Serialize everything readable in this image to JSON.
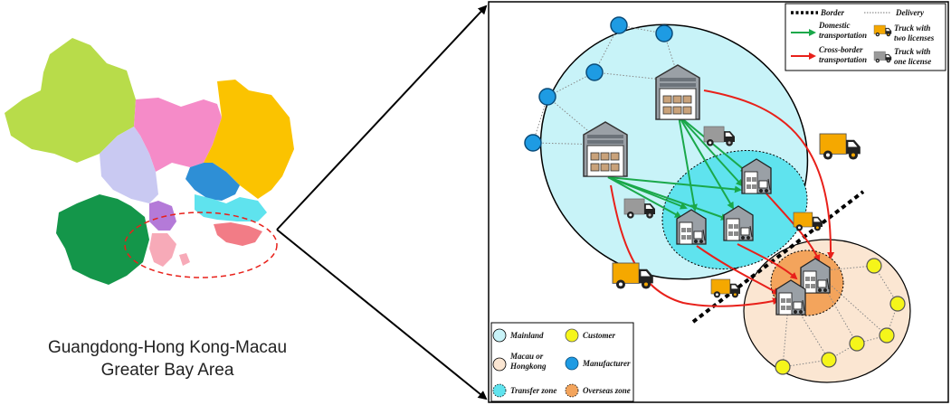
{
  "caption": {
    "line1": "Guangdong-Hong Kong-Macau",
    "line2": "Greater Bay Area"
  },
  "legend_top": {
    "border": "Border",
    "delivery": "Delivery",
    "domestic_1": "Domestic",
    "domestic_2": "transportation",
    "cross_1": "Cross-border",
    "cross_2": "transportation",
    "truck_two_1": "Truck with",
    "truck_two_2": "two licenses",
    "truck_one_1": "Truck with",
    "truck_one_2": "one license"
  },
  "legend_bottom": {
    "mainland": "Mainland",
    "customer": "Customer",
    "macau_1": "Macau or",
    "macau_2": "Hongkong",
    "manufacturer": "Manufacturer",
    "transfer": "Transfer zone",
    "overseas": "Overseas zone"
  },
  "colors": {
    "mainland": "#c8f3f8",
    "transfer": "#5fe3ee",
    "macau": "#fbe6d2",
    "overseas": "#f3a45c",
    "customer": "#f5f51a",
    "manufacturer": "#1e9be3",
    "domestic": "#1aa84a",
    "cross_border": "#e8201a",
    "truck_two": "#f5a800",
    "truck_one": "#9a9a9a"
  },
  "icons": {
    "warehouse": "warehouse-icon",
    "truck": "truck-icon"
  }
}
